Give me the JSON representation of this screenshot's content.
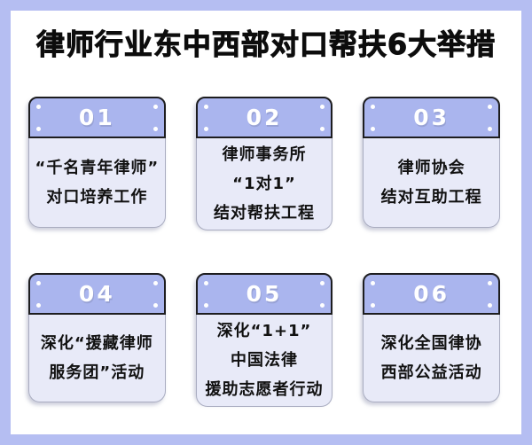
{
  "page": {
    "title": "律师行业东中西部对口帮扶6大举措",
    "colors": {
      "frame_border": "#b5bef2",
      "header_fill": "#aab5ee",
      "body_fill": "#e8eaf8",
      "header_border": "#1d1d1f",
      "body_border": "#a9acc0",
      "title_text": "#0d0d0d",
      "body_text": "#111111",
      "number_text": "#ffffff",
      "canvas_bg": "#ffffff"
    }
  },
  "cards": [
    {
      "number": "01",
      "lines": [
        "“千名青年律师”",
        "对口培养工作"
      ]
    },
    {
      "number": "02",
      "lines": [
        "律师事务所",
        "“1对1”",
        "结对帮扶工程"
      ]
    },
    {
      "number": "03",
      "lines": [
        "律师协会",
        "结对互助工程"
      ]
    },
    {
      "number": "04",
      "lines": [
        "深化“援藏律师",
        "服务团”活动"
      ]
    },
    {
      "number": "05",
      "lines": [
        "深化“1+1”",
        "中国法律",
        "援助志愿者行动"
      ]
    },
    {
      "number": "06",
      "lines": [
        "深化全国律协",
        "西部公益活动"
      ]
    }
  ]
}
